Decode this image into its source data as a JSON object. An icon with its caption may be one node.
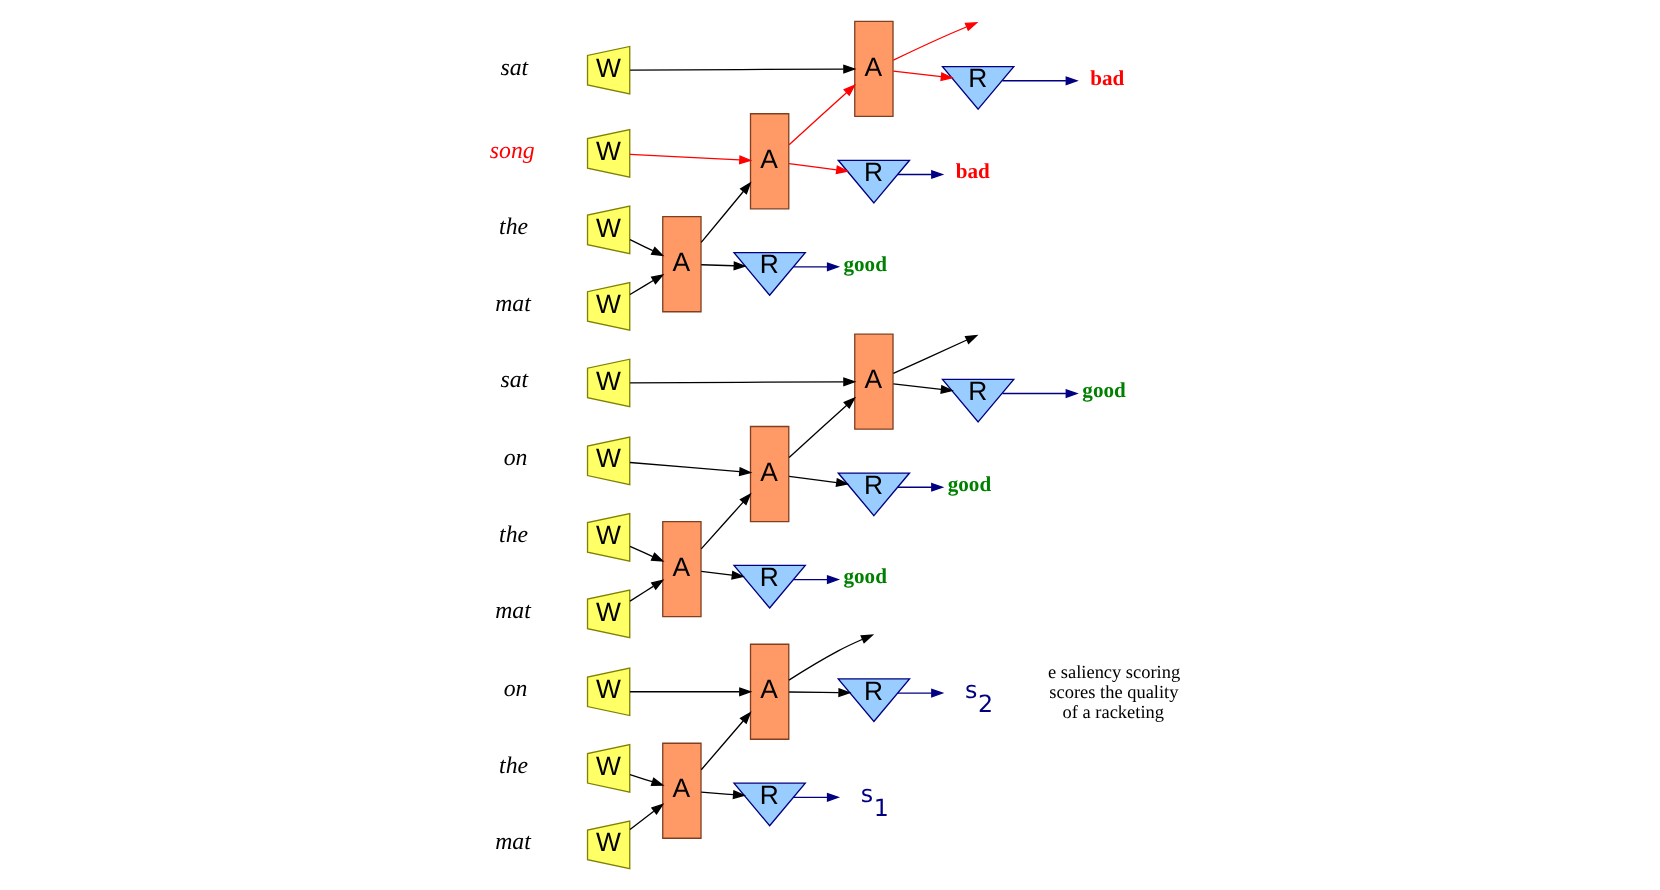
{
  "diagram": {
    "nodes": [
      {
        "text": [
          "W"
        ],
        "beside": [
          "on"
        ]
      },
      {
        "text": [
          "W"
        ],
        "beside": [
          "the"
        ]
      },
      {
        "text": [
          "W"
        ],
        "beside": [
          "mat"
        ]
      },
      {
        "text": [
          "A"
        ]
      },
      {
        "text": [
          "A"
        ]
      },
      {
        "text": [
          "R"
        ]
      },
      {
        "text": [
          "R"
        ]
      },
      {
        "text": [
          "s$_{1}$"
        ]
      },
      {
        "text": [
          "s$_{2}$"
        ]
      },
      {
        "text": [
          "W"
        ],
        "beside": [
          "sat"
        ]
      },
      {
        "text": [
          "W"
        ],
        "beside": [
          "on"
        ]
      },
      {
        "text": [
          "W"
        ],
        "beside": [
          "the"
        ]
      },
      {
        "text": [
          "W"
        ],
        "beside": [
          "mat"
        ]
      },
      {
        "text": [
          "A"
        ]
      },
      {
        "text": [
          "A"
        ]
      },
      {
        "text": [
          "A"
        ]
      },
      {
        "text": [
          "R"
        ]
      },
      {
        "text": [
          "R"
        ]
      },
      {
        "text": [
          "R"
        ]
      },
      {
        "text": [
          "good"
        ]
      },
      {
        "text": [
          "good"
        ]
      },
      {
        "text": [
          "good"
        ]
      },
      {
        "text": [
          "W"
        ],
        "beside": [
          "sat"
        ]
      },
      {
        "text": [
          "W"
        ],
        "beside": [
          "song"
        ]
      },
      {
        "text": [
          "W"
        ],
        "beside": [
          "the"
        ]
      },
      {
        "text": [
          "W"
        ],
        "beside": [
          "mat"
        ]
      },
      {
        "text": [
          "A"
        ]
      },
      {
        "text": [
          "A"
        ]
      },
      {
        "text": [
          "A"
        ]
      },
      {
        "text": [
          "R"
        ]
      },
      {
        "text": [
          "R"
        ]
      },
      {
        "text": [
          "R"
        ]
      },
      {
        "text": [
          "good"
        ]
      },
      {
        "text": [
          "bad"
        ]
      },
      {
        "text": [
          "bad"
        ]
      }
    ],
    "edges": [
      {
        "from": 0,
        "to": 4,
        "arrow": "to"
      },
      {
        "from": 1,
        "to": 3,
        "arrow": "to"
      },
      {
        "from": 2,
        "to": 3,
        "arrow": "to"
      },
      {
        "from": 3,
        "to": 4,
        "arrow": "to"
      },
      {
        "from": 4,
        "to": null,
        "arrow": "to"
      },
      {
        "from": 3,
        "to": 5,
        "arrow": "to"
      },
      {
        "from": 4,
        "to": 6,
        "arrow": "to"
      },
      {
        "from": 5,
        "to": 7,
        "arrow": "to",
        "color": "#000080"
      },
      {
        "from": 6,
        "to": 8,
        "arrow": "to",
        "color": "#000080"
      },
      {
        "from": 9,
        "to": 15,
        "arrow": "to"
      },
      {
        "from": 10,
        "to": 14,
        "arrow": "to"
      },
      {
        "from": 11,
        "to": 13,
        "arrow": "to"
      },
      {
        "from": 12,
        "to": 13,
        "arrow": "to"
      },
      {
        "from": 13,
        "to": 14,
        "arrow": "to"
      },
      {
        "from": 14,
        "to": 15,
        "arrow": "to"
      },
      {
        "from": 15,
        "to": null,
        "arrow": "to"
      },
      {
        "from": 13,
        "to": 16,
        "arrow": "to"
      },
      {
        "from": 14,
        "to": 17,
        "arrow": "to"
      },
      {
        "from": 15,
        "to": 18,
        "arrow": "to"
      },
      {
        "from": 16,
        "to": 19,
        "arrow": "to",
        "color": "#000080"
      },
      {
        "from": 17,
        "to": 20,
        "arrow": "to",
        "color": "#000080"
      },
      {
        "from": 18,
        "to": 21,
        "arrow": "to",
        "color": "#000080"
      },
      {
        "from": 22,
        "to": 28,
        "arrow": "to"
      },
      {
        "from": 23,
        "to": 27,
        "arrow": "to",
        "color": "#ff0000"
      },
      {
        "from": 24,
        "to": 26,
        "arrow": "to"
      },
      {
        "from": 25,
        "to": 26,
        "arrow": "to"
      },
      {
        "from": 26,
        "to": 27,
        "arrow": "to"
      },
      {
        "from": 27,
        "to": 28,
        "arrow": "to",
        "color": "#ff0000"
      },
      {
        "from": 28,
        "to": null,
        "arrow": "to",
        "color": "#ff0000"
      },
      {
        "from": 26,
        "to": 29,
        "arrow": "to"
      },
      {
        "from": 27,
        "to": 30,
        "arrow": "to",
        "color": "#ff0000"
      },
      {
        "from": 28,
        "to": 31,
        "arrow": "to",
        "color": "#ff0000"
      },
      {
        "from": 29,
        "to": 32,
        "arrow": "to",
        "color": "#000080"
      },
      {
        "from": 30,
        "to": 33,
        "arrow": "to",
        "color": "#000080"
      },
      {
        "from": 31,
        "to": 34,
        "arrow": "to",
        "color": "#000080"
      }
    ],
    "labels": [
      "e saliency scoring scores the quality of a racketing"
    ]
  }
}
